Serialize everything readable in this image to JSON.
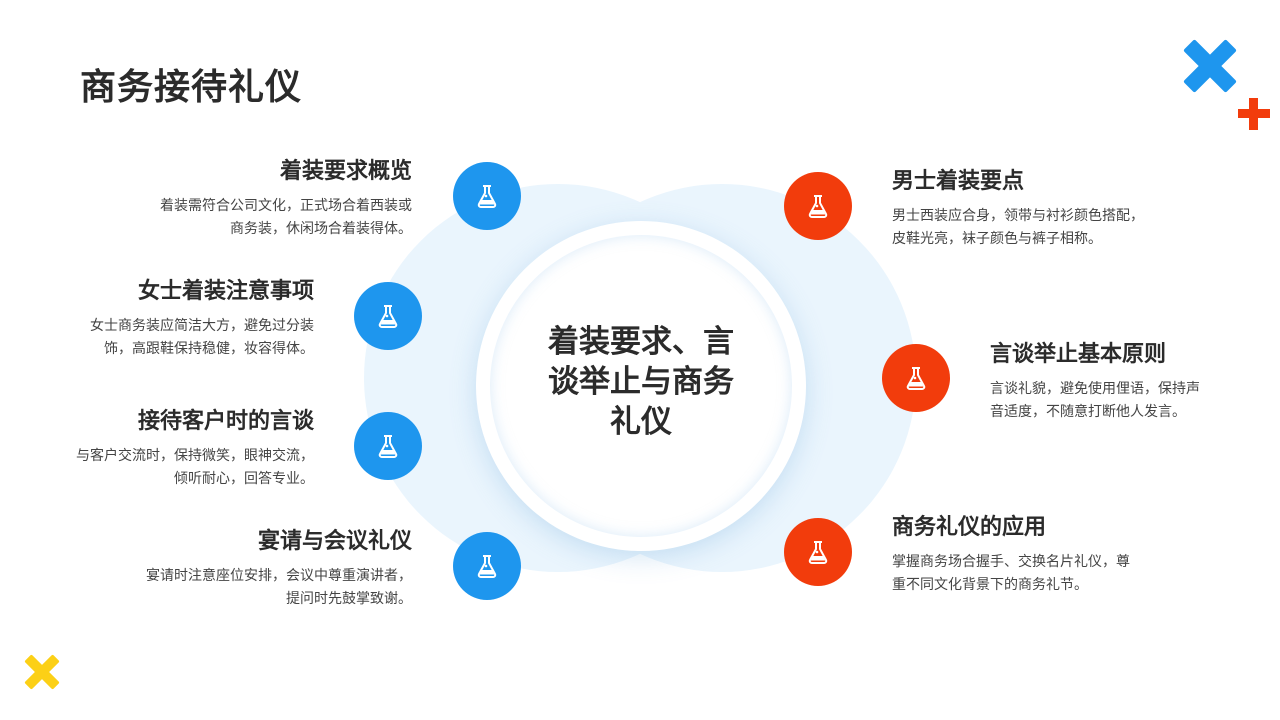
{
  "title": "商务接待礼仪",
  "center": {
    "text": "着装要求、言谈举止与商务礼仪"
  },
  "colors": {
    "blue": "#1e96ee",
    "orange": "#f23c0c",
    "yellow": "#fcd016",
    "light_ring": "#eaf5fd"
  },
  "left_items": [
    {
      "title": "着装要求概览",
      "desc_line1": "着装需符合公司文化，正式场合着西装或",
      "desc_line2": "商务装，休闲场合着装得体。",
      "icon": "flask-icon"
    },
    {
      "title": "女士着装注意事项",
      "desc_line1": "女士商务装应简洁大方，避免过分装",
      "desc_line2": "饰，高跟鞋保持稳健，妆容得体。",
      "icon": "flask-icon"
    },
    {
      "title": "接待客户时的言谈",
      "desc_line1": "与客户交流时，保持微笑，眼神交流，",
      "desc_line2": "倾听耐心，回答专业。",
      "icon": "flask-icon"
    },
    {
      "title": "宴请与会议礼仪",
      "desc_line1": "宴请时注意座位安排，会议中尊重演讲者，",
      "desc_line2": "提问时先鼓掌致谢。",
      "icon": "flask-icon"
    }
  ],
  "right_items": [
    {
      "title": "男士着装要点",
      "desc_line1": "男士西装应合身，领带与衬衫颜色搭配，",
      "desc_line2": "皮鞋光亮，袜子颜色与裤子相称。",
      "icon": "flask-icon"
    },
    {
      "title": "言谈举止基本原则",
      "desc_line1": "言谈礼貌，避免使用俚语，保持声",
      "desc_line2": "音适度，不随意打断他人发言。",
      "icon": "flask-icon"
    },
    {
      "title": "商务礼仪的应用",
      "desc_line1": "掌握商务场合握手、交换名片礼仪，尊",
      "desc_line2": "重不同文化背景下的商务礼节。",
      "icon": "flask-icon"
    }
  ]
}
